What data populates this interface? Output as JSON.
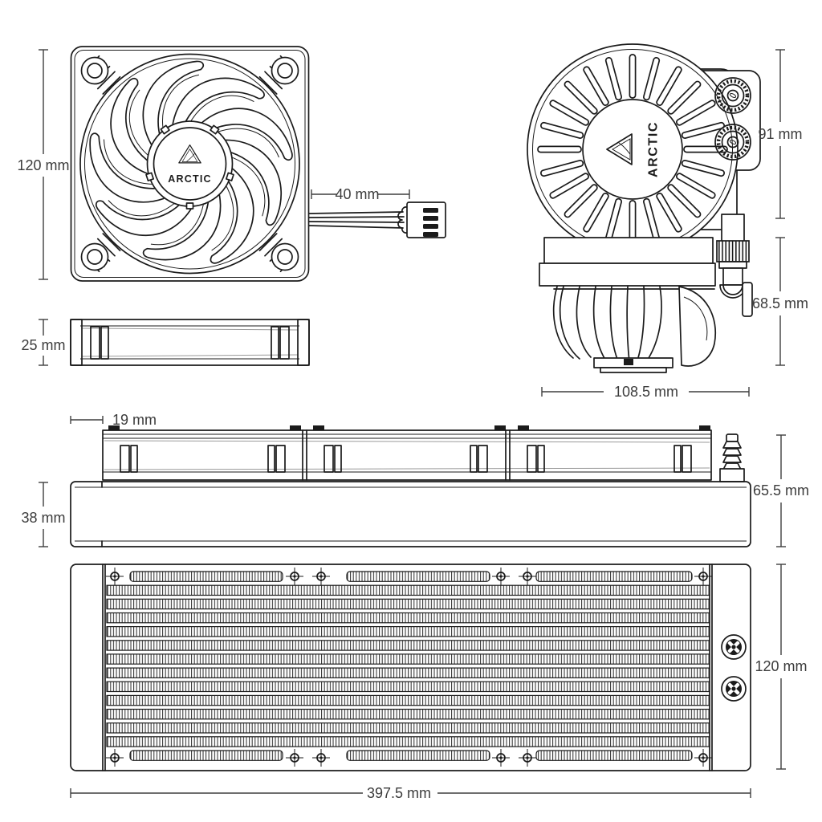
{
  "brand": "ARCTIC",
  "dims": {
    "fan_size": "120 mm",
    "cable_length": "40 mm",
    "fan_thickness": "25 mm",
    "pump_top_width": "91 mm",
    "pump_height": "68.5 mm",
    "pump_depth": "108.5 mm",
    "radiator_end_offset": "19 mm",
    "radiator_thickness": "38 mm",
    "stack_height": "65.5 mm",
    "radiator_width": "120 mm",
    "radiator_length": "397.5 mm"
  }
}
